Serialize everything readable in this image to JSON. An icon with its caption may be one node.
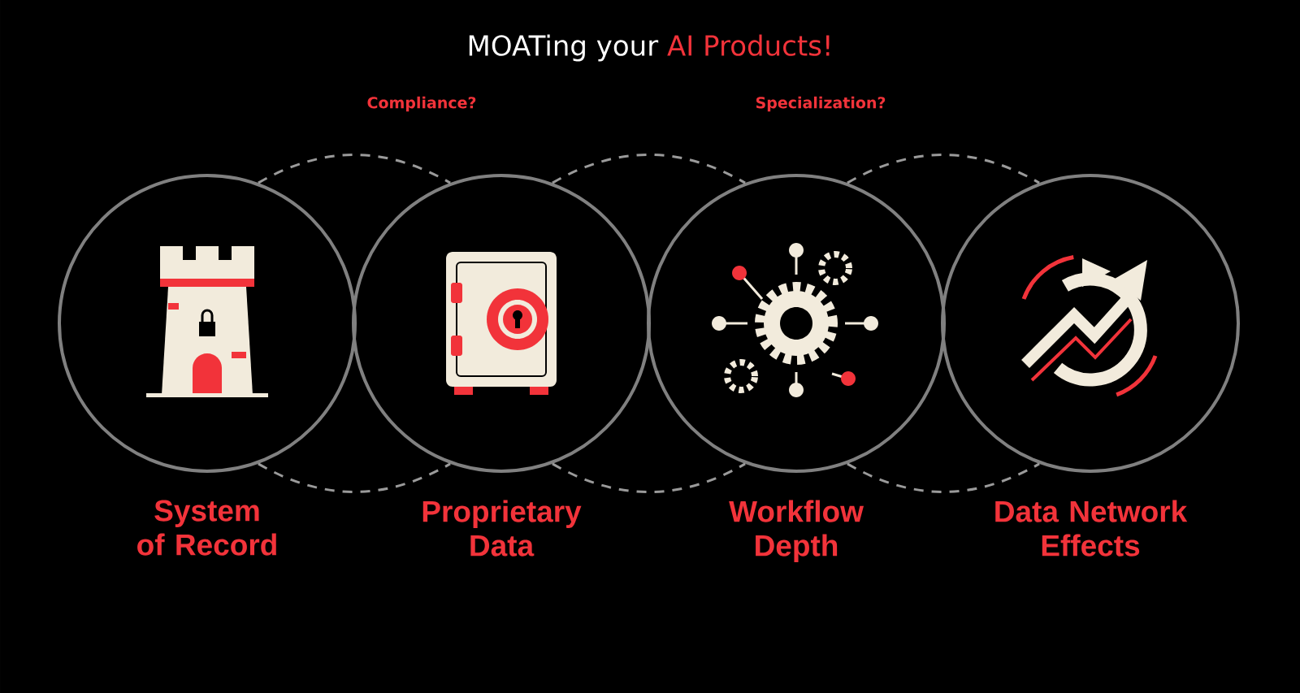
{
  "diagram": {
    "title": "MOATing your **AI Products!**",
    "nodes": [
      {
        "text": [
          "System of Record"
        ]
      },
      {
        "text": [
          "Proprietary Data"
        ]
      },
      {
        "text": [
          "Workflow Depth"
        ]
      },
      {
        "text": [
          "Data Network Effects"
        ]
      }
    ],
    "edges": [
      {
        "from": 0,
        "to": 1,
        "arrow": "none",
        "style": "dashed"
      },
      {
        "from": 0,
        "to": 1,
        "arrow": "none",
        "style": "dashed"
      },
      {
        "from": 1,
        "to": 2,
        "arrow": "none",
        "style": "dashed"
      },
      {
        "from": 1,
        "to": 2,
        "arrow": "none",
        "style": "dashed"
      },
      {
        "from": 2,
        "to": 3,
        "arrow": "none",
        "style": "dashed"
      },
      {
        "from": 2,
        "to": 3,
        "arrow": "none",
        "style": "dashed"
      }
    ],
    "labels": [
      "Compliance?",
      "Specialization?"
    ]
  }
}
